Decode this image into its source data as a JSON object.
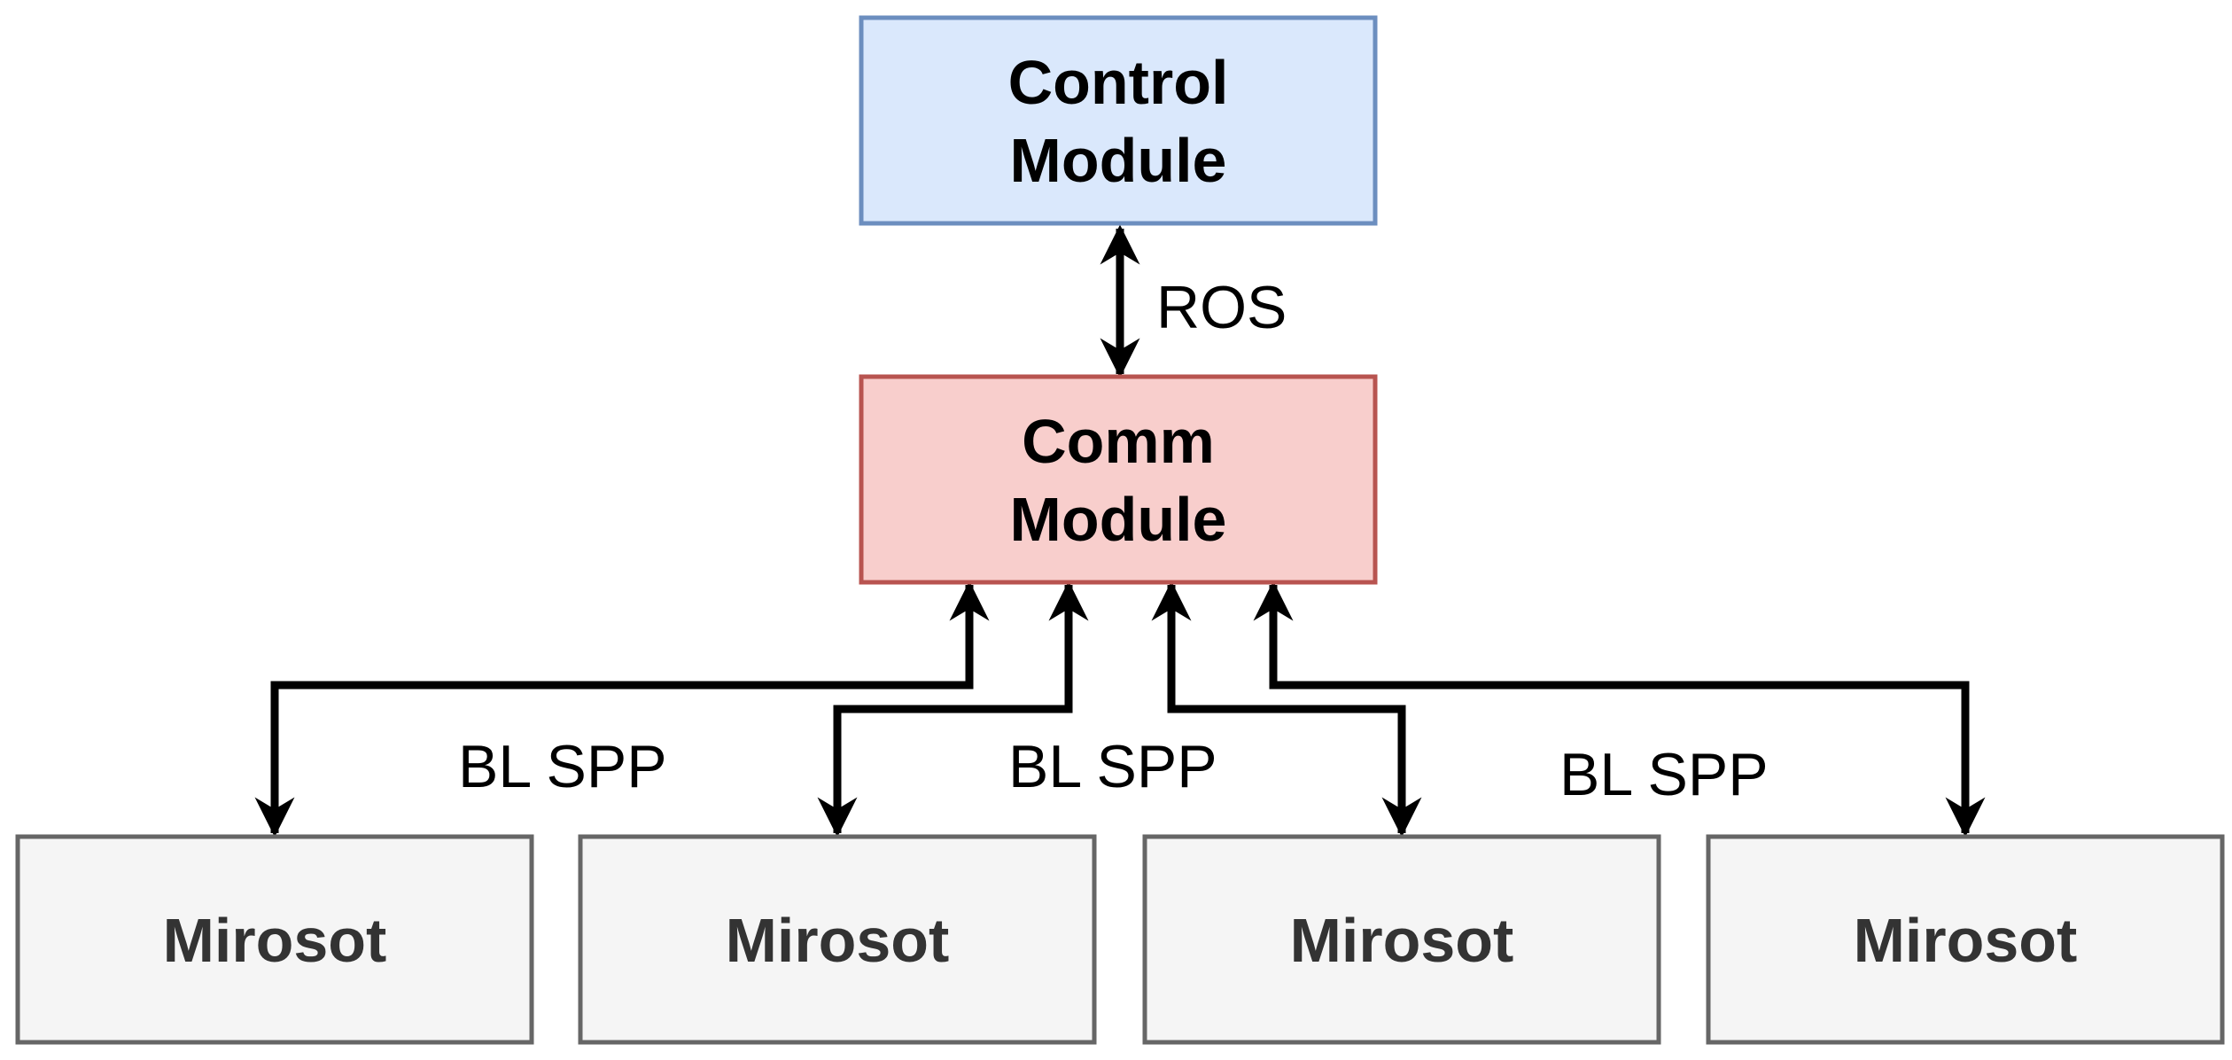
{
  "nodes": {
    "control": {
      "line1": "Control",
      "line2": "Module",
      "fill": "#dae8fc",
      "stroke": "#6c8ebf"
    },
    "comm": {
      "line1": "Comm",
      "line2": "Module",
      "fill": "#f8cecc",
      "stroke": "#b85450"
    },
    "mirosot": [
      {
        "label": "Mirosot"
      },
      {
        "label": "Mirosot"
      },
      {
        "label": "Mirosot"
      },
      {
        "label": "Mirosot"
      }
    ],
    "mirosot_fill": "#f5f5f5",
    "mirosot_stroke": "#666666"
  },
  "edges": {
    "ros_label": "ROS",
    "bl_labels": [
      "BL SPP",
      "BL SPP",
      "BL SPP"
    ]
  }
}
